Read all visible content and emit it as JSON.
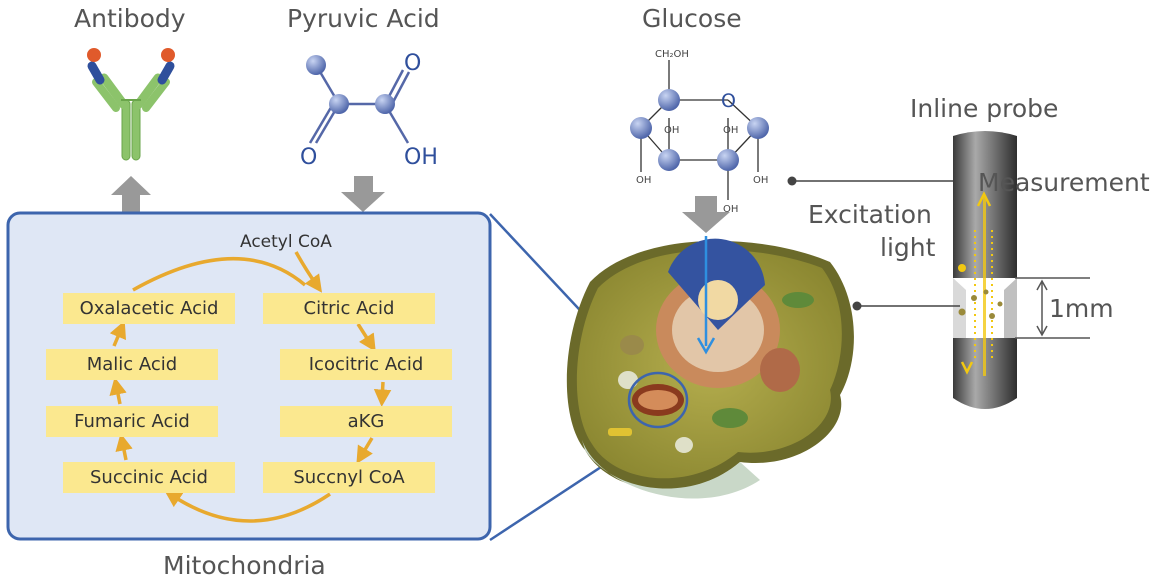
{
  "molecules": {
    "antibody": "Antibody",
    "pyruvic": "Pyruvic Acid",
    "glucose": "Glucose",
    "pyruvic_atom_o1": "O",
    "pyruvic_atom_o2": "O",
    "pyruvic_atom_oh": "OH",
    "glucose_ch2oh": "CH₂OH",
    "glucose_ring_o": "O",
    "glucose_oh": [
      "OH",
      "OH",
      "OH",
      "OH",
      "OH"
    ]
  },
  "mitochondria": {
    "caption": "Mitochondria",
    "acetyl": "Acetyl CoA",
    "left_steps": [
      "Oxalacetic Acid",
      "Malic Acid",
      "Fumaric Acid",
      "Succinic Acid"
    ],
    "right_steps": [
      "Citric Acid",
      "Icocitric Acid",
      "aKG",
      "Succnyl CoA"
    ]
  },
  "probe": {
    "title": "Inline probe",
    "measurement": "Measurement",
    "excitation_line1": "Excitation",
    "excitation_line2": "light",
    "gap": "1mm"
  },
  "colors": {
    "panel_fill": "#dfe7f5",
    "panel_border": "#3d65ad",
    "step_fill": "#fbe88f",
    "cycle_arrow": "#e8a92e",
    "gray_arrow": "#999999",
    "atom": "#6b84c4",
    "antibody_green": "#8cc36b",
    "antibody_blue": "#2f4f9c",
    "antibody_tip": "#e05a2b",
    "measure_arrow": "#f2c811"
  }
}
